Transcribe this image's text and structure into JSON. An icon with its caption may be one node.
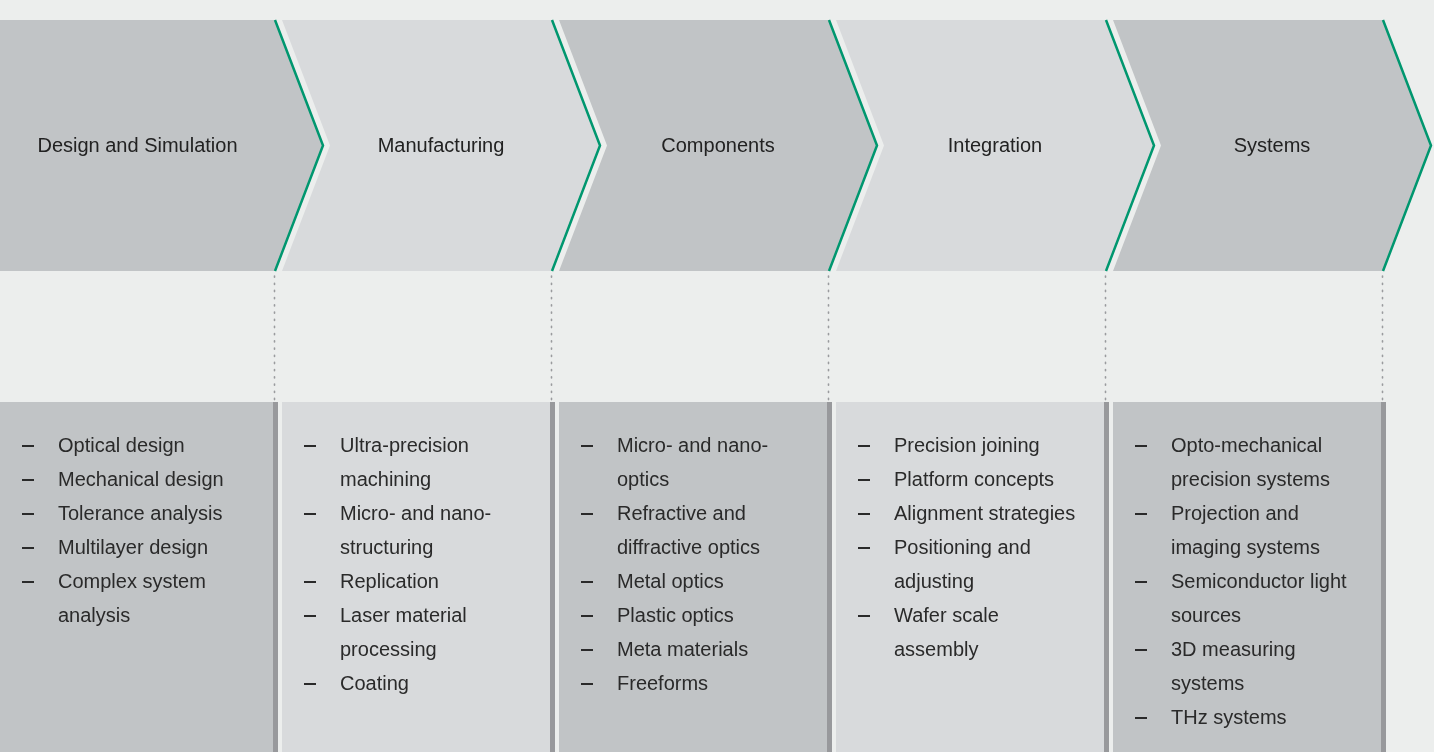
{
  "diagram": {
    "nodes": [
      {
        "text": [
          "Design and Simulation"
        ]
      },
      {
        "text": [
          "Manufacturing"
        ]
      },
      {
        "text": [
          "Components"
        ]
      },
      {
        "text": [
          "Integration"
        ]
      },
      {
        "text": [
          "Systems"
        ]
      },
      {
        "text": [
          "Optical design",
          "Mechanical design",
          "Tolerance analysis",
          "Multilayer design",
          "Complex system analysis"
        ]
      },
      {
        "text": [
          "Ultra-precision machining",
          "Micro- and nano-structuring",
          "Replication",
          "Laser material processing",
          "Coating"
        ]
      },
      {
        "text": [
          "Micro- and nano-optics",
          "Refractive and diffractive optics",
          "Metal optics",
          "Plastic optics",
          "Meta materials",
          "Freeforms"
        ]
      },
      {
        "text": [
          "Precision joining",
          "Platform concepts",
          "Alignment strategies",
          "Positioning and adjusting",
          "Wafer scale assembly"
        ]
      },
      {
        "text": [
          "Opto-mechanical precision systems",
          "Projection and imaging systems",
          "Semiconductor light sources",
          "3D measuring systems",
          "THz systems"
        ]
      }
    ]
  }
}
